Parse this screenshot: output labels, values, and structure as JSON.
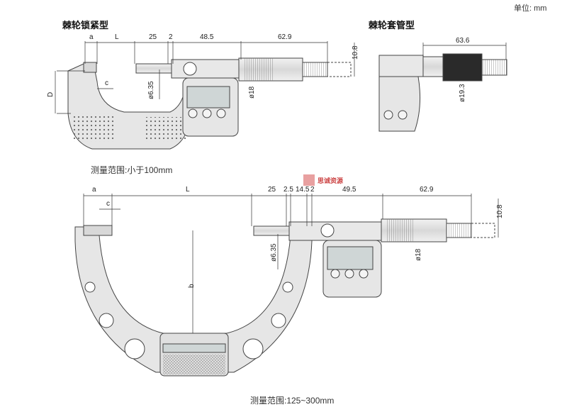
{
  "unit_label": "单位: mm",
  "titles": {
    "ratchet_lock": "棘轮锁紧型",
    "ratchet_thimble": "棘轮套管型"
  },
  "captions": {
    "small_range": "测量范围:小于100mm",
    "large_range": "测量范围:125~300mm"
  },
  "watermark": "思诚资源",
  "dims_top": {
    "a": "a",
    "L": "L",
    "d25": "25",
    "d2": "2",
    "d48_5": "48.5",
    "d62_9": "62.9",
    "d10_8": "10.8",
    "c": "c",
    "D": "D",
    "phi6_35": "ø6.35",
    "phi18": "ø18"
  },
  "dims_right": {
    "d63_6": "63.6",
    "phi19_3": "ø19.3"
  },
  "dims_bottom": {
    "a": "a",
    "L": "L",
    "d25": "25",
    "d2_5": "2.5",
    "d14_5": "14.5",
    "d2": "2",
    "d49_5": "49.5",
    "d62_9": "62.9",
    "d10_8": "10.8",
    "c": "c",
    "b": "b",
    "phi6_35": "ø6.35",
    "phi18": "ø18"
  }
}
